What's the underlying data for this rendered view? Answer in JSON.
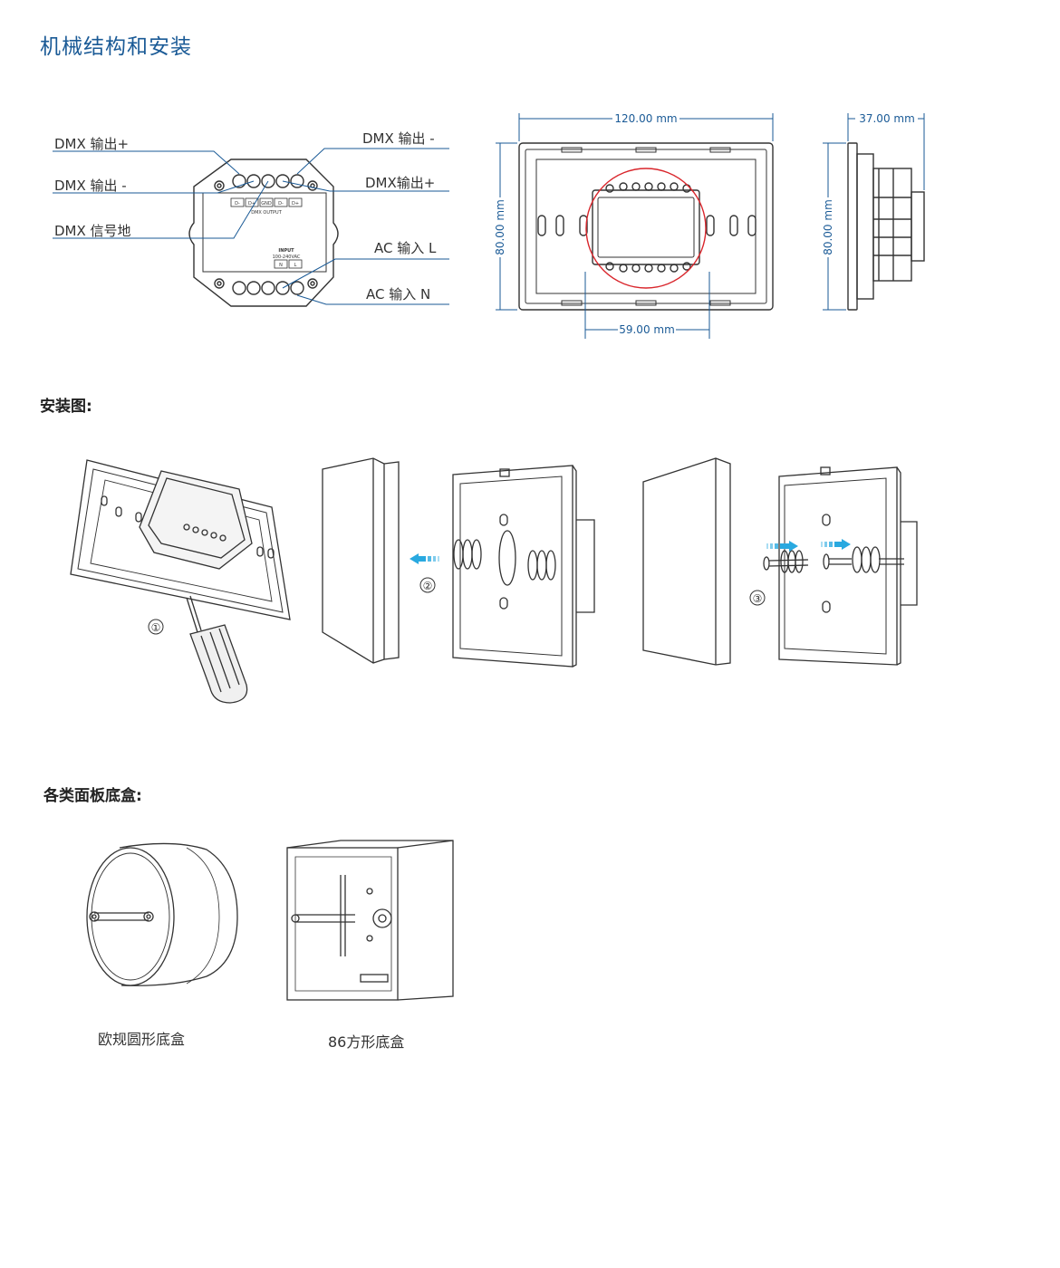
{
  "page": {
    "title": "机械结构和安装",
    "install_heading": "安装图:",
    "boxes_heading": "各类面板底盒:"
  },
  "wiring": {
    "callouts": {
      "dmx_out_plus_left": "DMX 输出+",
      "dmx_out_minus_left": "DMX 输出 -",
      "dmx_signal_ground": "DMX 信号地",
      "dmx_out_minus_right": "DMX 输出 -",
      "dmx_out_plus_right": "DMX输出+",
      "ac_in_l": "AC 输入 L",
      "ac_in_n": "AC 输入 N"
    },
    "terminal_labels": [
      "D-",
      "D+",
      "GND",
      "D-",
      "D+"
    ],
    "output_label": "DMX OUTPUT",
    "input_label": "INPUT",
    "input_voltage": "100-240VAC",
    "input_terminals": [
      "N",
      "L"
    ]
  },
  "dimensions": {
    "front_width": "120.00 mm",
    "front_height": "80.00 mm",
    "cutout_width": "59.00 mm",
    "side_depth": "37.00 mm",
    "side_height": "80.00 mm"
  },
  "install_steps": [
    "①",
    "②",
    "③"
  ],
  "boxes": {
    "round_box": "欧规圆形底盒",
    "square_box": "86方形底盒"
  },
  "colors": {
    "accent": "#1a5a96",
    "highlight_circle": "#d9262c",
    "arrow_cyan": "#29a9e0"
  }
}
